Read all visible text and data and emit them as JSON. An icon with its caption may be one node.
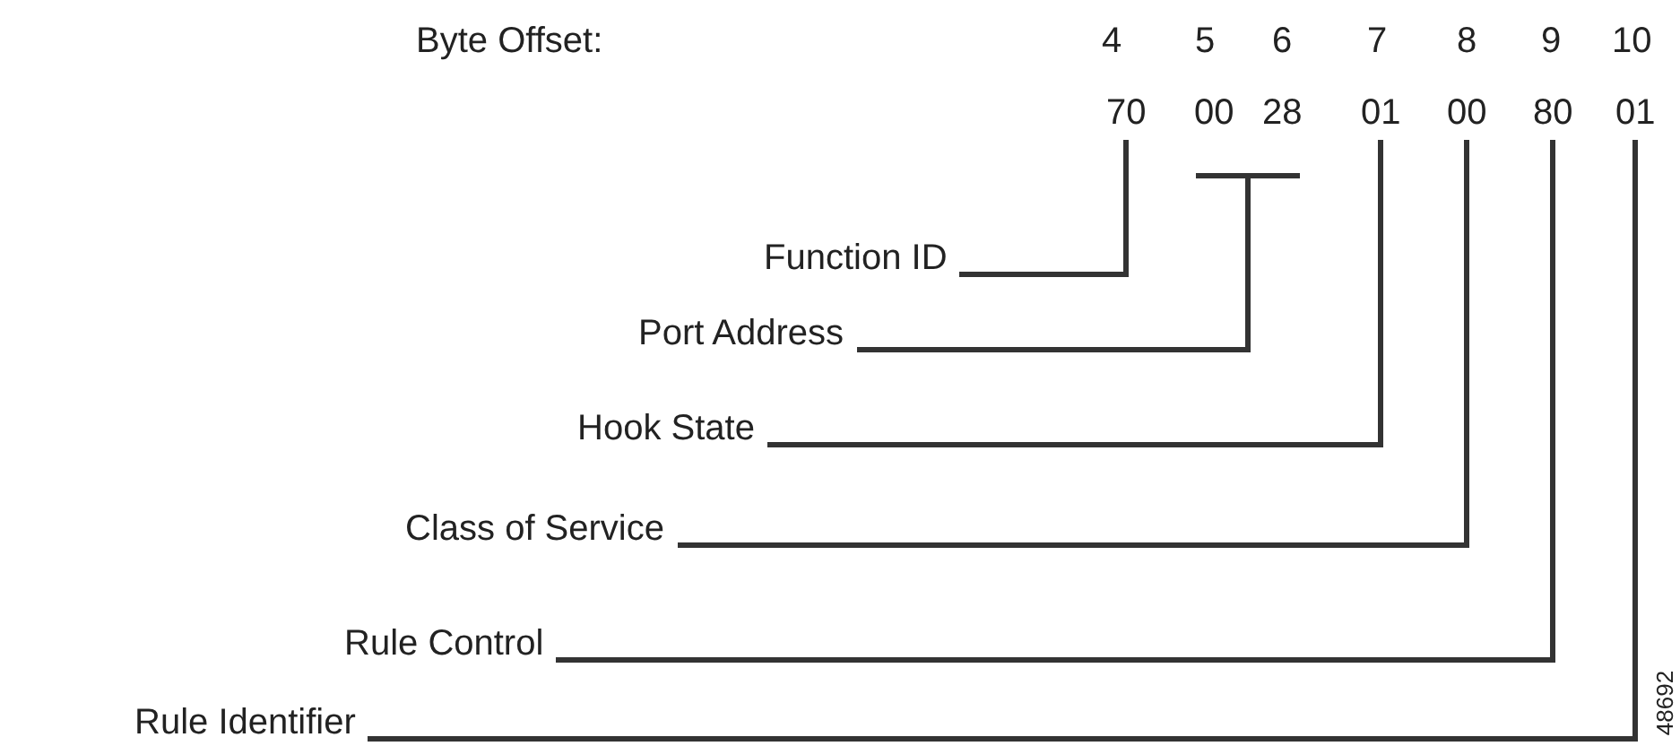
{
  "diagram": {
    "nodes": [
      {
        "text": [
          "70"
        ]
      },
      {
        "text": [
          "00"
        ]
      },
      {
        "text": [
          "28"
        ]
      },
      {
        "text": [
          "01"
        ]
      },
      {
        "text": [
          "00"
        ]
      },
      {
        "text": [
          "80"
        ]
      },
      {
        "text": [
          "01"
        ]
      },
      {
        "text": [
          "Function ID"
        ]
      },
      {
        "text": [
          "Port Address"
        ]
      },
      {
        "text": [
          "Hook State"
        ]
      },
      {
        "text": [
          "Class of Service"
        ]
      },
      {
        "text": [
          "Rule Control"
        ]
      },
      {
        "text": [
          "Rule Identifier"
        ]
      }
    ],
    "edges": [
      {
        "from": 7,
        "to": 0,
        "arrow": "none"
      },
      {
        "from": 8,
        "to": 1,
        "arrow": "none"
      },
      {
        "from": 8,
        "to": 2,
        "arrow": "none"
      },
      {
        "from": 9,
        "to": 3,
        "arrow": "none"
      },
      {
        "from": 10,
        "to": 4,
        "arrow": "none"
      },
      {
        "from": 11,
        "to": 5,
        "arrow": "none"
      },
      {
        "from": 12,
        "to": 6,
        "arrow": "none"
      }
    ],
    "labels": [
      "Byte Offset:",
      "4",
      "5",
      "6",
      "7",
      "8",
      "9",
      "10",
      "48692"
    ]
  }
}
